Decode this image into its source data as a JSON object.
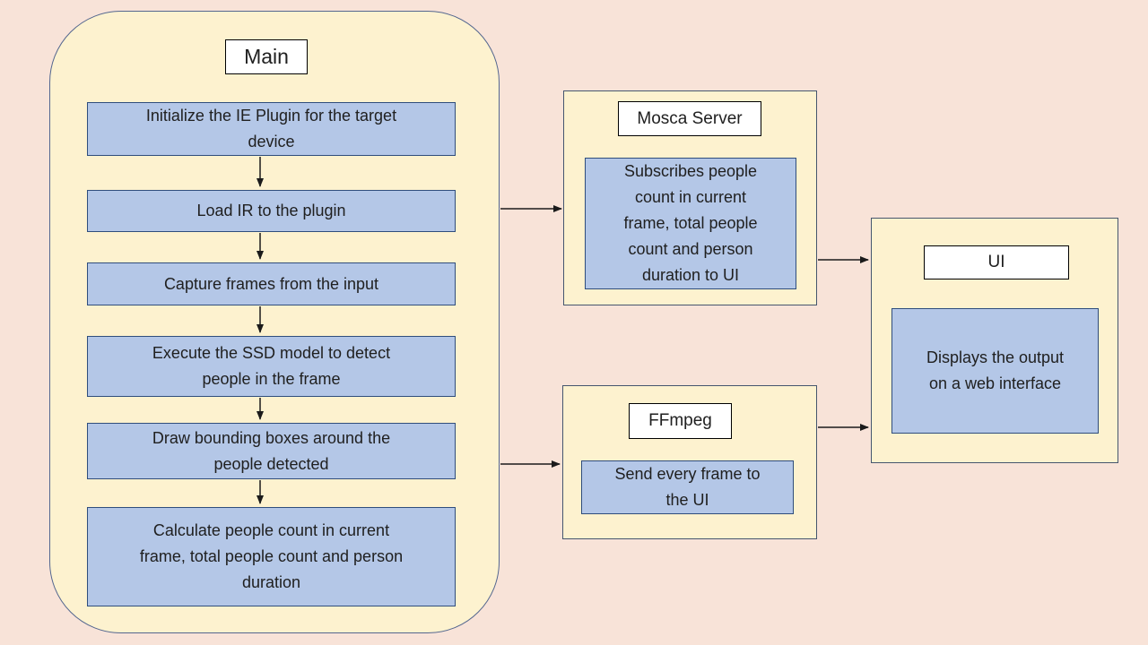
{
  "colors": {
    "background": "#f8e3d8",
    "container_fill": "#fdf2cf",
    "container_border": "#45566e",
    "main_border": "#54678f",
    "node_fill": "#b4c7e7",
    "node_border": "#2f4d7c",
    "title_fill": "#ffffff",
    "title_border": "#000000",
    "arrow": "#1b1b1b",
    "text": "#202020"
  },
  "main": {
    "title": "Main",
    "steps": [
      "Initialize the IE Plugin for the target device",
      "Load IR to the plugin",
      "Capture frames from the input",
      "Execute the SSD model to detect people in the frame",
      "Draw bounding boxes around the people detected",
      "Calculate people count in current frame, total people count and person duration"
    ]
  },
  "mosca_server": {
    "title": "Mosca Server",
    "body": "Subscribes people count in current frame, total people count and person duration to UI"
  },
  "ffmpeg": {
    "title": "FFmpeg",
    "body": "Send every frame to the UI"
  },
  "ui": {
    "title": "UI",
    "body": "Displays the output on a web interface"
  }
}
